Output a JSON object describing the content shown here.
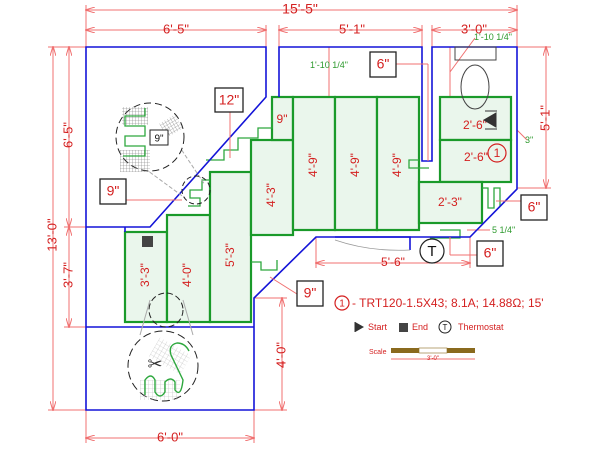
{
  "dimensions": {
    "total_width": "15'-5\"",
    "left_width": "6'-5\"",
    "middle_width": "5'-1\"",
    "right_width": "3'-0\"",
    "left_height_total": "13'-0\"",
    "left_upper_height": "6'-5\"",
    "left_lower_height": "3'-7\"",
    "bottom_height": "4'-0\"",
    "bottom_width": "6'-0\"",
    "right_height": "5'-1\"",
    "hall_width": "5'-6\""
  },
  "clearances": {
    "middle_top": "1'-10 1/4\"",
    "right_top": "1'-10 1/4\"",
    "right_side": "3\"",
    "hall_edge": "5 1/4\""
  },
  "callouts": [
    "12\"",
    "9\"",
    "6\"",
    "6\"",
    "6\"",
    "9\"",
    "9\""
  ],
  "mats": [
    "3'-3\"",
    "4'-0\"",
    "5'-3\"",
    "4'-3\"",
    "9\"",
    "4'-9\"",
    "4'-9\"",
    "4'-9\"",
    "2'-6\"",
    "2'-6\"",
    "2'-3\""
  ],
  "legend": {
    "item_number": "1",
    "item_text": "- TRT120-1.5X43; 8.1A; 14.88Ω; 15'",
    "start_label": "Start",
    "end_label": "End",
    "thermostat_symbol": "T",
    "thermostat_label": "Thermostat",
    "scale_label": "Scale",
    "scale_value": "3'-0\""
  },
  "colors": {
    "wall": "#1414d8",
    "mat": "#1a9a2a",
    "dimension": "#d42020"
  }
}
